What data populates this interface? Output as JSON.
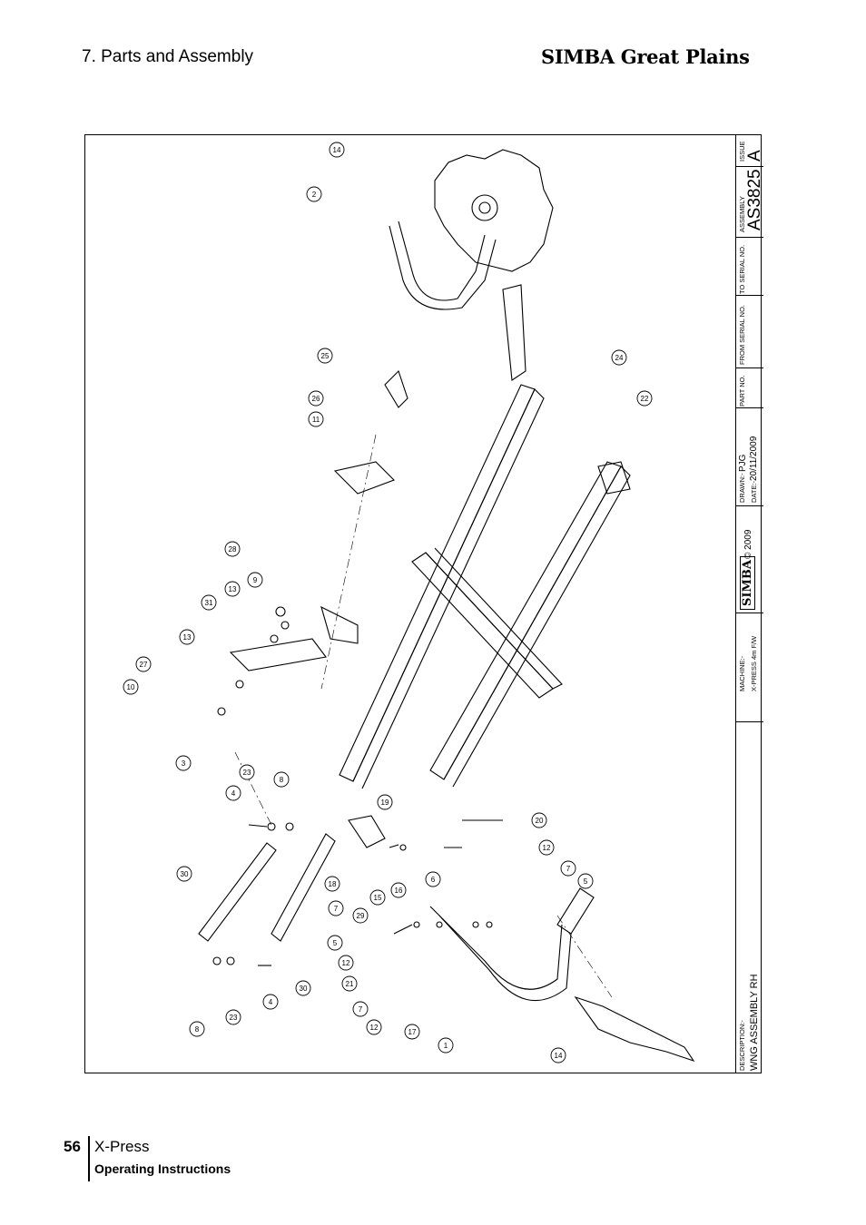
{
  "header": {
    "section": "7. Parts and Assembly",
    "brand": "SIMBA Great Plains"
  },
  "title_block": {
    "description_label": "DESCRIPTION:-",
    "description": "WNG ASSEMBLY RH",
    "machine_label": "MACHINE:-",
    "machine": "X-PRESS 4m F/W",
    "logo_text": "SIMBA",
    "copyright": "© 2009",
    "drawn_label": "DRAWN:-",
    "drawn": "PJG",
    "date_label": "DATE:-",
    "date": "20/11/2009",
    "part_no_label": "PART NO.",
    "from_serial_label": "FROM SERIAL NO.",
    "to_serial_label": "TO SERIAL NO.",
    "assembly_label": "ASSEMBLY",
    "assembly": "AS3825",
    "issue_label": "ISSUE",
    "issue": "A"
  },
  "callouts": [
    "14",
    "2",
    "25",
    "26",
    "11",
    "24",
    "22",
    "28",
    "9",
    "13",
    "31",
    "13",
    "27",
    "10",
    "3",
    "23",
    "8",
    "4",
    "19",
    "30",
    "18",
    "7",
    "29",
    "15",
    "16",
    "6",
    "20",
    "12",
    "7",
    "5",
    "5",
    "12",
    "21",
    "7",
    "12",
    "17",
    "1",
    "14",
    "30",
    "4",
    "23",
    "8"
  ],
  "footer": {
    "page_number": "56",
    "product": "X-Press",
    "subtitle": "Operating Instructions"
  }
}
